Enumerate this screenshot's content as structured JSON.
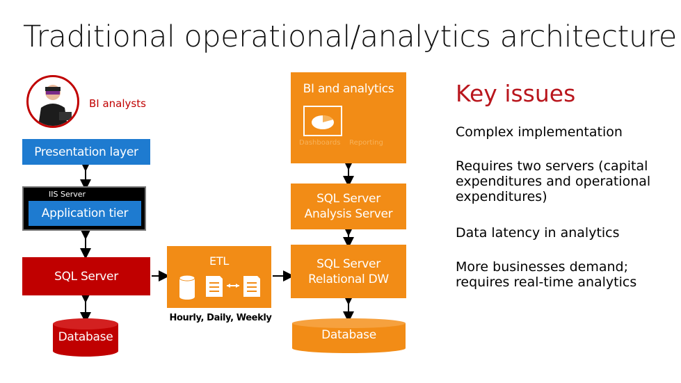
{
  "title": "Traditional operational/analytics architecture",
  "left_stack": {
    "bi_analysts": "BI analysts",
    "presentation_layer": "Presentation layer",
    "iis_server": "IIS  Server",
    "application_tier": "Application tier",
    "sql_server": "SQL Server",
    "database": "Database"
  },
  "middle": {
    "etl": "ETL",
    "schedule": "Hourly, Daily, Weekly"
  },
  "right_stack": {
    "bi_analytics": "BI and analytics",
    "dashboards_reporting": "Dashboards    Reporting",
    "analysis_server": "SQL Server Analysis Server",
    "relational_dw": "SQL Server Relational DW",
    "database": "Database"
  },
  "key_issues": {
    "title": "Key issues",
    "items": [
      "Complex implementation",
      "Requires two servers (capital expenditures and operational expenditures)",
      "Data latency in analytics",
      "More businesses demand; requires real-time analytics"
    ]
  },
  "colors": {
    "blue": "#1e7bd0",
    "red": "#c00000",
    "orange": "#f28c16",
    "issue_title": "#b9161d"
  }
}
